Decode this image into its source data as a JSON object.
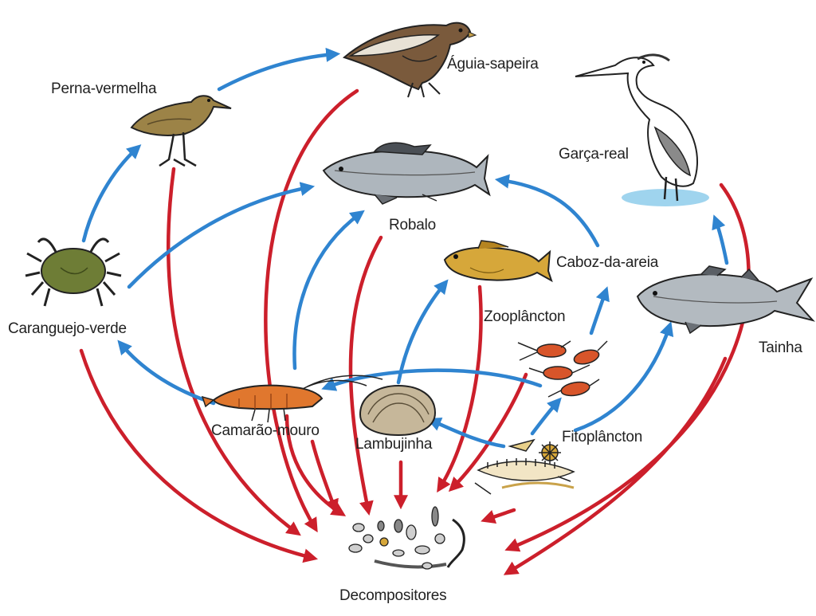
{
  "organisms": {
    "aguia": "Águia-sapeira",
    "perna": "Perna-vermelha",
    "garca": "Garça-real",
    "robalo": "Robalo",
    "caboz": "Caboz-da-areia",
    "zooplancton": "Zooplâncton",
    "caranguejo": "Caranguejo-verde",
    "tainha": "Tainha",
    "camarao": "Camarão-mouro",
    "lambujinha": "Lambujinha",
    "fitoplancton": "Fitoplâncton",
    "decompositores": "Decompositores"
  },
  "colors": {
    "feeding_arrow": "#2f84d0",
    "decomposition_arrow": "#cc1f2b",
    "background": "#ffffff"
  }
}
